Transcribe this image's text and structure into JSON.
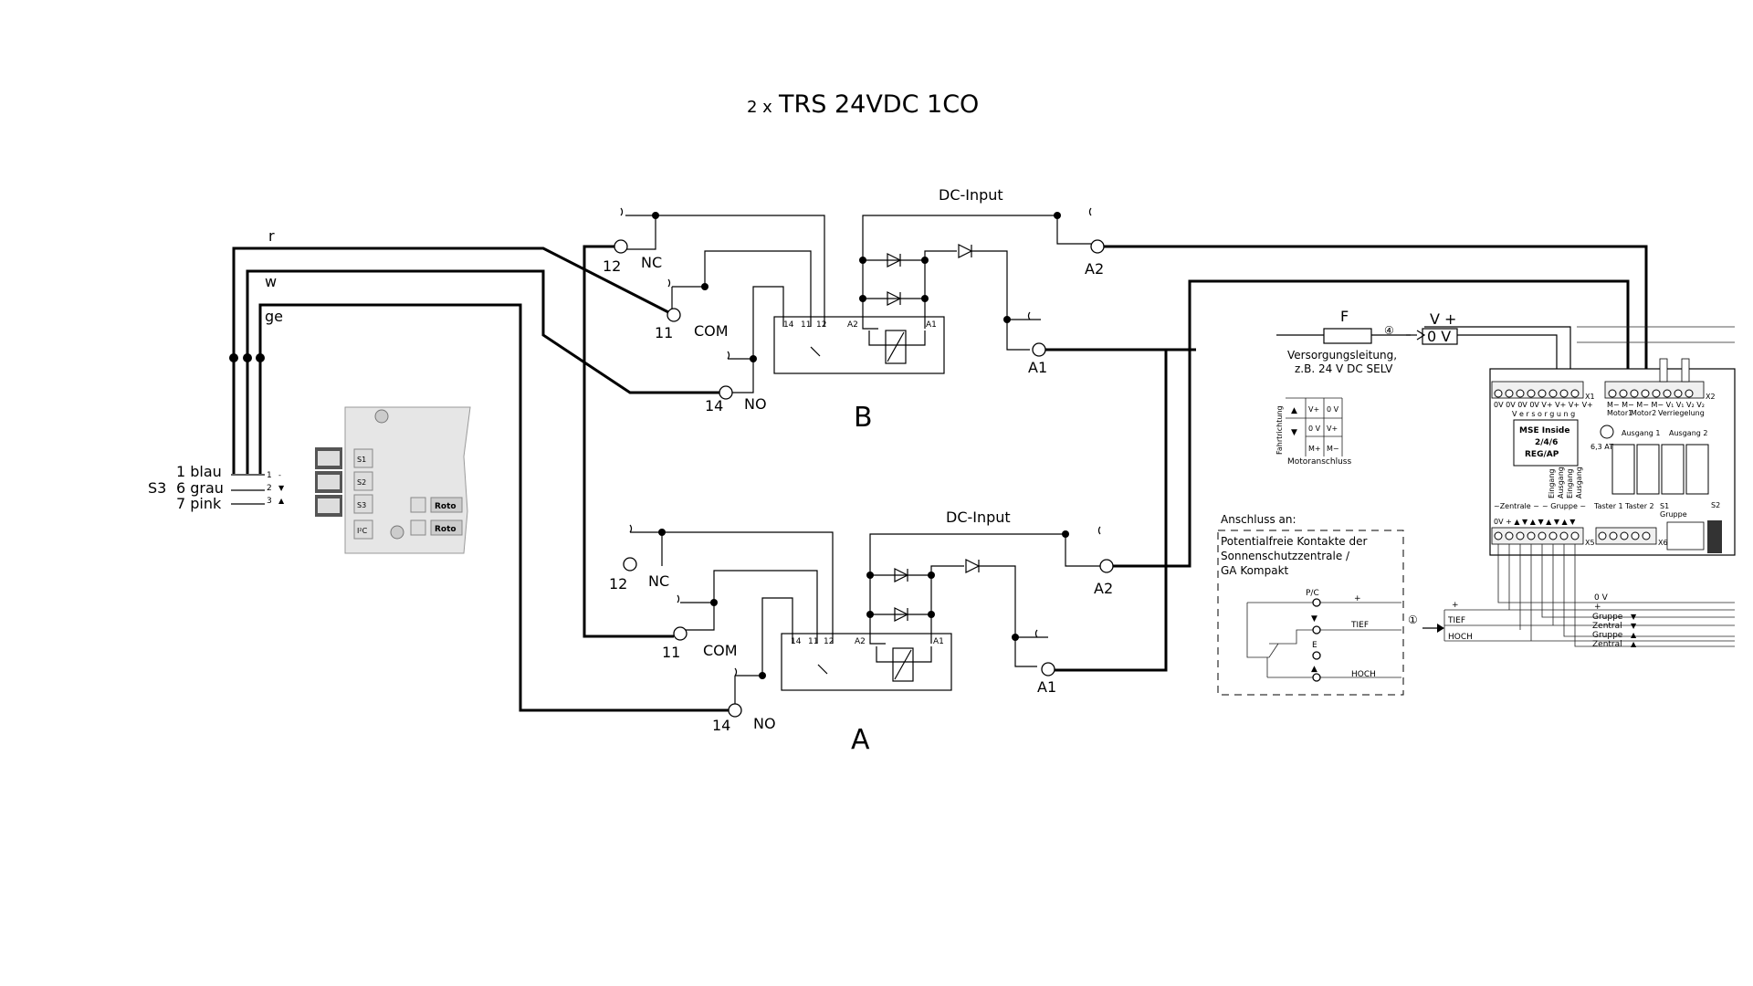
{
  "title": {
    "prefix": "2 x",
    "main": "TRS 24VDC 1CO"
  },
  "relays": {
    "B": {
      "name": "B",
      "dc_input": "DC-Input",
      "nc_num": "12",
      "nc": "NC",
      "com_num": "11",
      "com": "COM",
      "no_num": "14",
      "no": "NO",
      "a1": "A1",
      "a2": "A2",
      "inner": {
        "t14": "14",
        "t11": "11",
        "t12": "12",
        "a2": "A2",
        "a1": "A1"
      }
    },
    "A": {
      "name": "A",
      "dc_input": "DC-Input",
      "nc_num": "12",
      "nc": "NC",
      "com_num": "11",
      "com": "COM",
      "no_num": "14",
      "no": "NO",
      "a1": "A1",
      "a2": "A2",
      "inner": {
        "t14": "14",
        "t11": "11",
        "t12": "12",
        "a2": "A2",
        "a1": "A1"
      }
    }
  },
  "wires": {
    "r": "r",
    "w": "w",
    "ge": "ge"
  },
  "switch_s3": {
    "prefix": "S3",
    "lines": [
      "1 blau",
      "6 grau",
      "7 pink"
    ],
    "pin_nums": [
      "1",
      "2",
      "3"
    ],
    "pin_syms": [
      "-",
      "▼",
      "▲"
    ],
    "slots": [
      "S1",
      "S2",
      "S3",
      "I²C"
    ],
    "brand": [
      "Roto",
      "Roto"
    ]
  },
  "supply": {
    "fuse": "F",
    "num4": "④",
    "vplus": "V +",
    "zero_v": "0 V",
    "desc1": "Versorgungsleitung,",
    "desc2": "z.B. 24 V DC SELV"
  },
  "motor": {
    "fahrtrichtung": "Fahrtrichtung",
    "cells": [
      "V+",
      "0 V",
      "0 V",
      "V+",
      "M+",
      "M−"
    ],
    "label": "Motoranschluss"
  },
  "contacts": {
    "anschluss": "Anschluss an:",
    "lines": [
      "Potentialfreie Kontakte der",
      "Sonnenschutzzentrale /",
      "GA Kompakt"
    ],
    "pc": "P/C",
    "plus": "+",
    "tief": "TIEF",
    "e": "E",
    "hoch": "HOCH",
    "num1": "①",
    "out_tief": "TIEF",
    "out_hoch": "HOCH",
    "out_plus": "+"
  },
  "module": {
    "name": [
      "MSE Inside",
      "2/4/6",
      "REG/AP"
    ],
    "x1_labels": "0V 0V 0V 0V    V+ V+ V+ V+",
    "x1": "X1",
    "x2": "X2",
    "x5": "X5",
    "x6": "X6",
    "versorgung": "V e r s o r g u n g",
    "x2_labels": "M− M−  M− M−  V₁ V₁ V₂ V₂",
    "motor1": "Motor1",
    "motor2": "Motor2",
    "verriegelung": "Verriegelung",
    "fuse": "6,3 AT",
    "ausgang1": "Ausgang 1",
    "ausgang2": "Ausgang 2",
    "zentrale": "~Zentrale ~",
    "gruppe": "~ Gruppe ~",
    "eingang": [
      "Eingang",
      "Ausgang",
      "Eingang",
      "Ausgang"
    ],
    "taster1": "Taster 1",
    "taster2": "Taster 2",
    "s1": "S1",
    "s2": "S2",
    "gruppe_s1": "Gruppe",
    "bottom_labels": "0V +  ▲ ▼  ▲ ▼  ▲ ▼  ▲ ▼"
  },
  "bus": {
    "zero_v": "0 V",
    "plus": "+",
    "lines": [
      "Gruppe",
      "Zentral",
      "Gruppe",
      "Zentral"
    ],
    "syms": [
      "▼",
      "▼",
      "▲",
      "▲"
    ]
  }
}
